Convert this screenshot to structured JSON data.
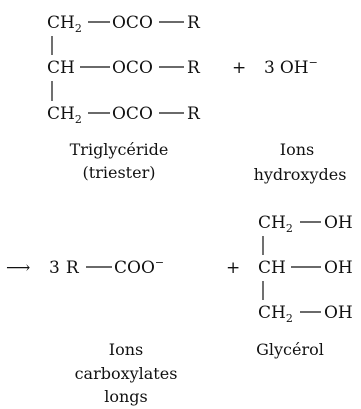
{
  "reactants": {
    "triglyceride": {
      "row1": {
        "group": "CH",
        "sub": "2",
        "ester": "OCO",
        "r": "R"
      },
      "row2": {
        "group": "CH",
        "ester": "OCO",
        "r": "R"
      },
      "row3": {
        "group": "CH",
        "sub": "2",
        "ester": "OCO",
        "r": "R"
      },
      "label_line1": "Triglycéride",
      "label_line2": "(triester)"
    },
    "plus": "+",
    "hydroxide": {
      "coef": "3",
      "formula": "OH",
      "charge": "−",
      "label_line1": "Ions",
      "label_line2": "hydroxydes"
    }
  },
  "products": {
    "arrow": "⟶",
    "carboxylate": {
      "coef": "3",
      "r": "R",
      "group": "COO",
      "charge": "−",
      "label_line1": "Ions",
      "label_line2": "carboxylates",
      "label_line3": "longs"
    },
    "plus": "+",
    "glycerol": {
      "row1": {
        "group": "CH",
        "sub": "2",
        "oh": "OH"
      },
      "row2": {
        "group": "CH",
        "oh": "OH"
      },
      "row3": {
        "group": "CH",
        "sub": "2",
        "oh": "OH"
      },
      "label": "Glycérol"
    }
  },
  "colors": {
    "ink": "#111111",
    "background": "#ffffff"
  }
}
